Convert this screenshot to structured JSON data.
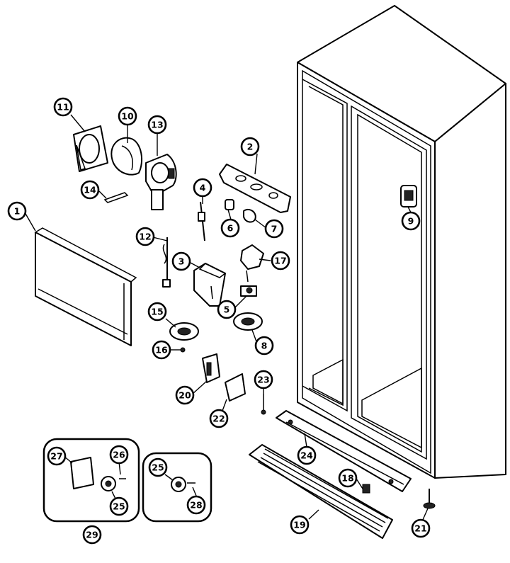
{
  "callouts": [
    "1",
    "2",
    "3",
    "4",
    "5",
    "6",
    "7",
    "8",
    "9",
    "10",
    "11",
    "12",
    "13",
    "14",
    "15",
    "16",
    "17",
    "18",
    "19",
    "20",
    "21",
    "22",
    "23",
    "24",
    "25",
    "26",
    "27",
    "28",
    "29"
  ],
  "callouts_extra": [
    "25",
    "28",
    "18"
  ]
}
